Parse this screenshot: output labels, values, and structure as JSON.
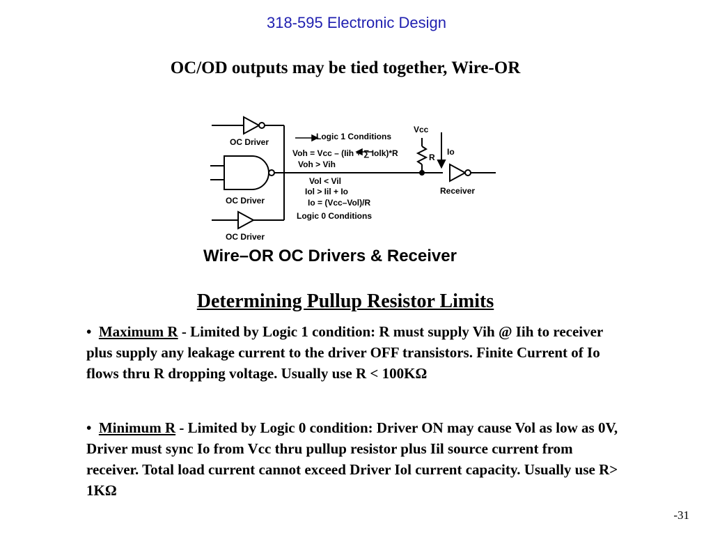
{
  "header": {
    "course_title": "318-595 Electronic Design"
  },
  "slide": {
    "subtitle": "OC/OD outputs may be tied together, Wire-OR",
    "section_title": "Determining Pullup Resistor Limits",
    "page_number": "-31"
  },
  "diagram": {
    "caption": "Wire–OR OC Drivers & Receiver",
    "driver_label": "OC Driver",
    "receiver_label": "Receiver",
    "vcc_label": "Vcc",
    "resistor_label": "R",
    "current_label": "Io",
    "logic1_heading": "Logic 1 Conditions",
    "logic1_eq1": "Voh = Vcc – (Iih + ∑  Iolk)*R",
    "logic1_eq2": "Voh > Vih",
    "logic0_eq1": "Vol < Vil",
    "logic0_eq2": "Iol > Iil + Io",
    "logic0_eq3": "Io = (Vcc–Vol)/R",
    "logic0_heading": "Logic 0 Conditions"
  },
  "bullets": [
    {
      "marker": "•",
      "term": "Maximum R",
      "text": " - Limited by Logic 1 condition:   R must supply Vih @ Iih to receiver plus supply any leakage current to the driver OFF transistors.  Finite Current of Io flows thru R dropping voltage.  Usually use R < 100KΩ"
    },
    {
      "marker": "•",
      "term": "Minimum R",
      "text": " - Limited by Logic 0 condition:  Driver ON may cause Vol as low as 0V, Driver must sync Io from Vcc thru pullup resistor plus Iil source current from receiver.  Total load current cannot exceed Driver Iol current capacity.  Usually use R> 1KΩ"
    }
  ]
}
